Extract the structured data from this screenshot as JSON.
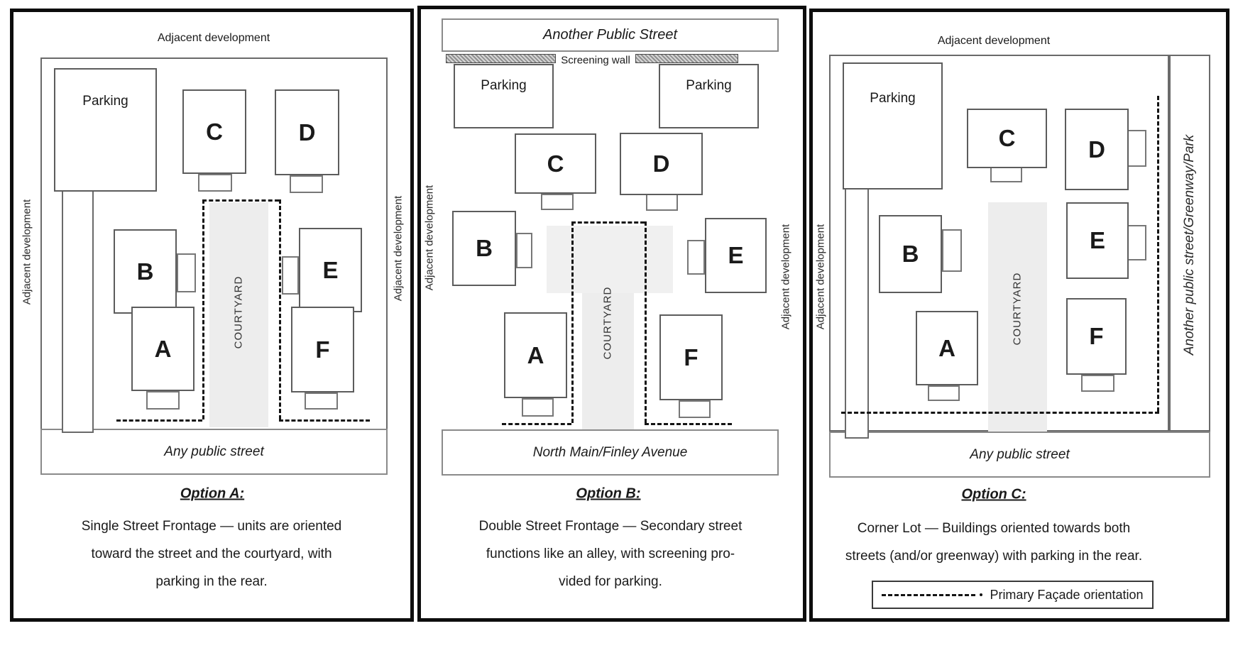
{
  "panels": [
    {
      "id": "A",
      "top_label": "Adjacent development",
      "left_label": "Adjacent development",
      "right_label": "Adjacent development",
      "parking_label": "Parking",
      "courtyard_label": "COURTYARD",
      "street_label": "Any public street",
      "buildings": [
        "A",
        "B",
        "C",
        "D",
        "E",
        "F"
      ],
      "option_label": "Option A:",
      "caption": [
        "Single Street Frontage — units are oriented",
        "toward the street and the courtyard, with",
        "parking in the rear."
      ]
    },
    {
      "id": "B",
      "top_street_label": "Another Public Street",
      "screening_label": "Screening wall",
      "left_label": "Adjacent development",
      "right_label": "Adjacent development",
      "parking_left_label": "Parking",
      "parking_right_label": "Parking",
      "courtyard_label": "COURTYARD",
      "street_label": "North Main/Finley Avenue",
      "buildings": [
        "A",
        "B",
        "C",
        "D",
        "E",
        "F"
      ],
      "option_label": "Option B:",
      "caption": [
        "Double Street Frontage — Secondary street",
        "functions like an alley, with screening pro-",
        "vided for parking."
      ]
    },
    {
      "id": "C",
      "top_label": "Adjacent development",
      "left_label": "Adjacent development",
      "right_street_label": "Another public street/Greenway/Park",
      "parking_label": "Parking",
      "courtyard_label": "COURTYARD",
      "street_label": "Any public street",
      "buildings": [
        "A",
        "B",
        "C",
        "D",
        "E",
        "F"
      ],
      "option_label": "Option C:",
      "caption": [
        "Corner Lot — Buildings oriented towards both",
        "streets (and/or greenway) with parking in the rear."
      ]
    }
  ],
  "legend": {
    "label": "Primary Façade orientation"
  }
}
